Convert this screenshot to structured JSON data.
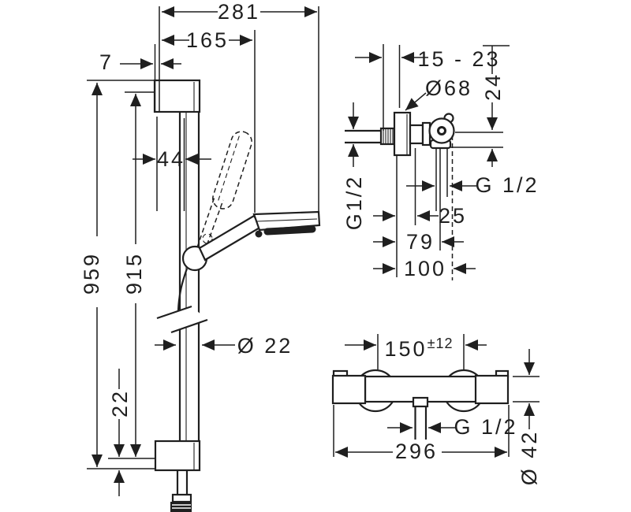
{
  "figure_labels": {
    "rail": {
      "total_width": "281",
      "head_offset": "165",
      "wall_gap": "7",
      "handle_offset": "44",
      "total_height": "959",
      "mount_spacing": "915",
      "bottom_offset": "22",
      "bar_diameter": "Ø 22"
    },
    "valve": {
      "wall_distance": "15 - 23",
      "escutcheon_diameter": "Ø68",
      "outlet_height": "24",
      "inlet_thread": "G1/2",
      "outlet_thread": "G 1/2",
      "projection_inner": "25",
      "projection_mid": "79",
      "projection_total": "100"
    },
    "mixer": {
      "connection_distance": "150",
      "connection_tolerance": "±12",
      "outlet_thread": "G 1/2",
      "total_width": "296",
      "body_diameter": "Ø 42"
    }
  },
  "style": {
    "line_color": "#1f1f1f",
    "background": "#ffffff"
  }
}
